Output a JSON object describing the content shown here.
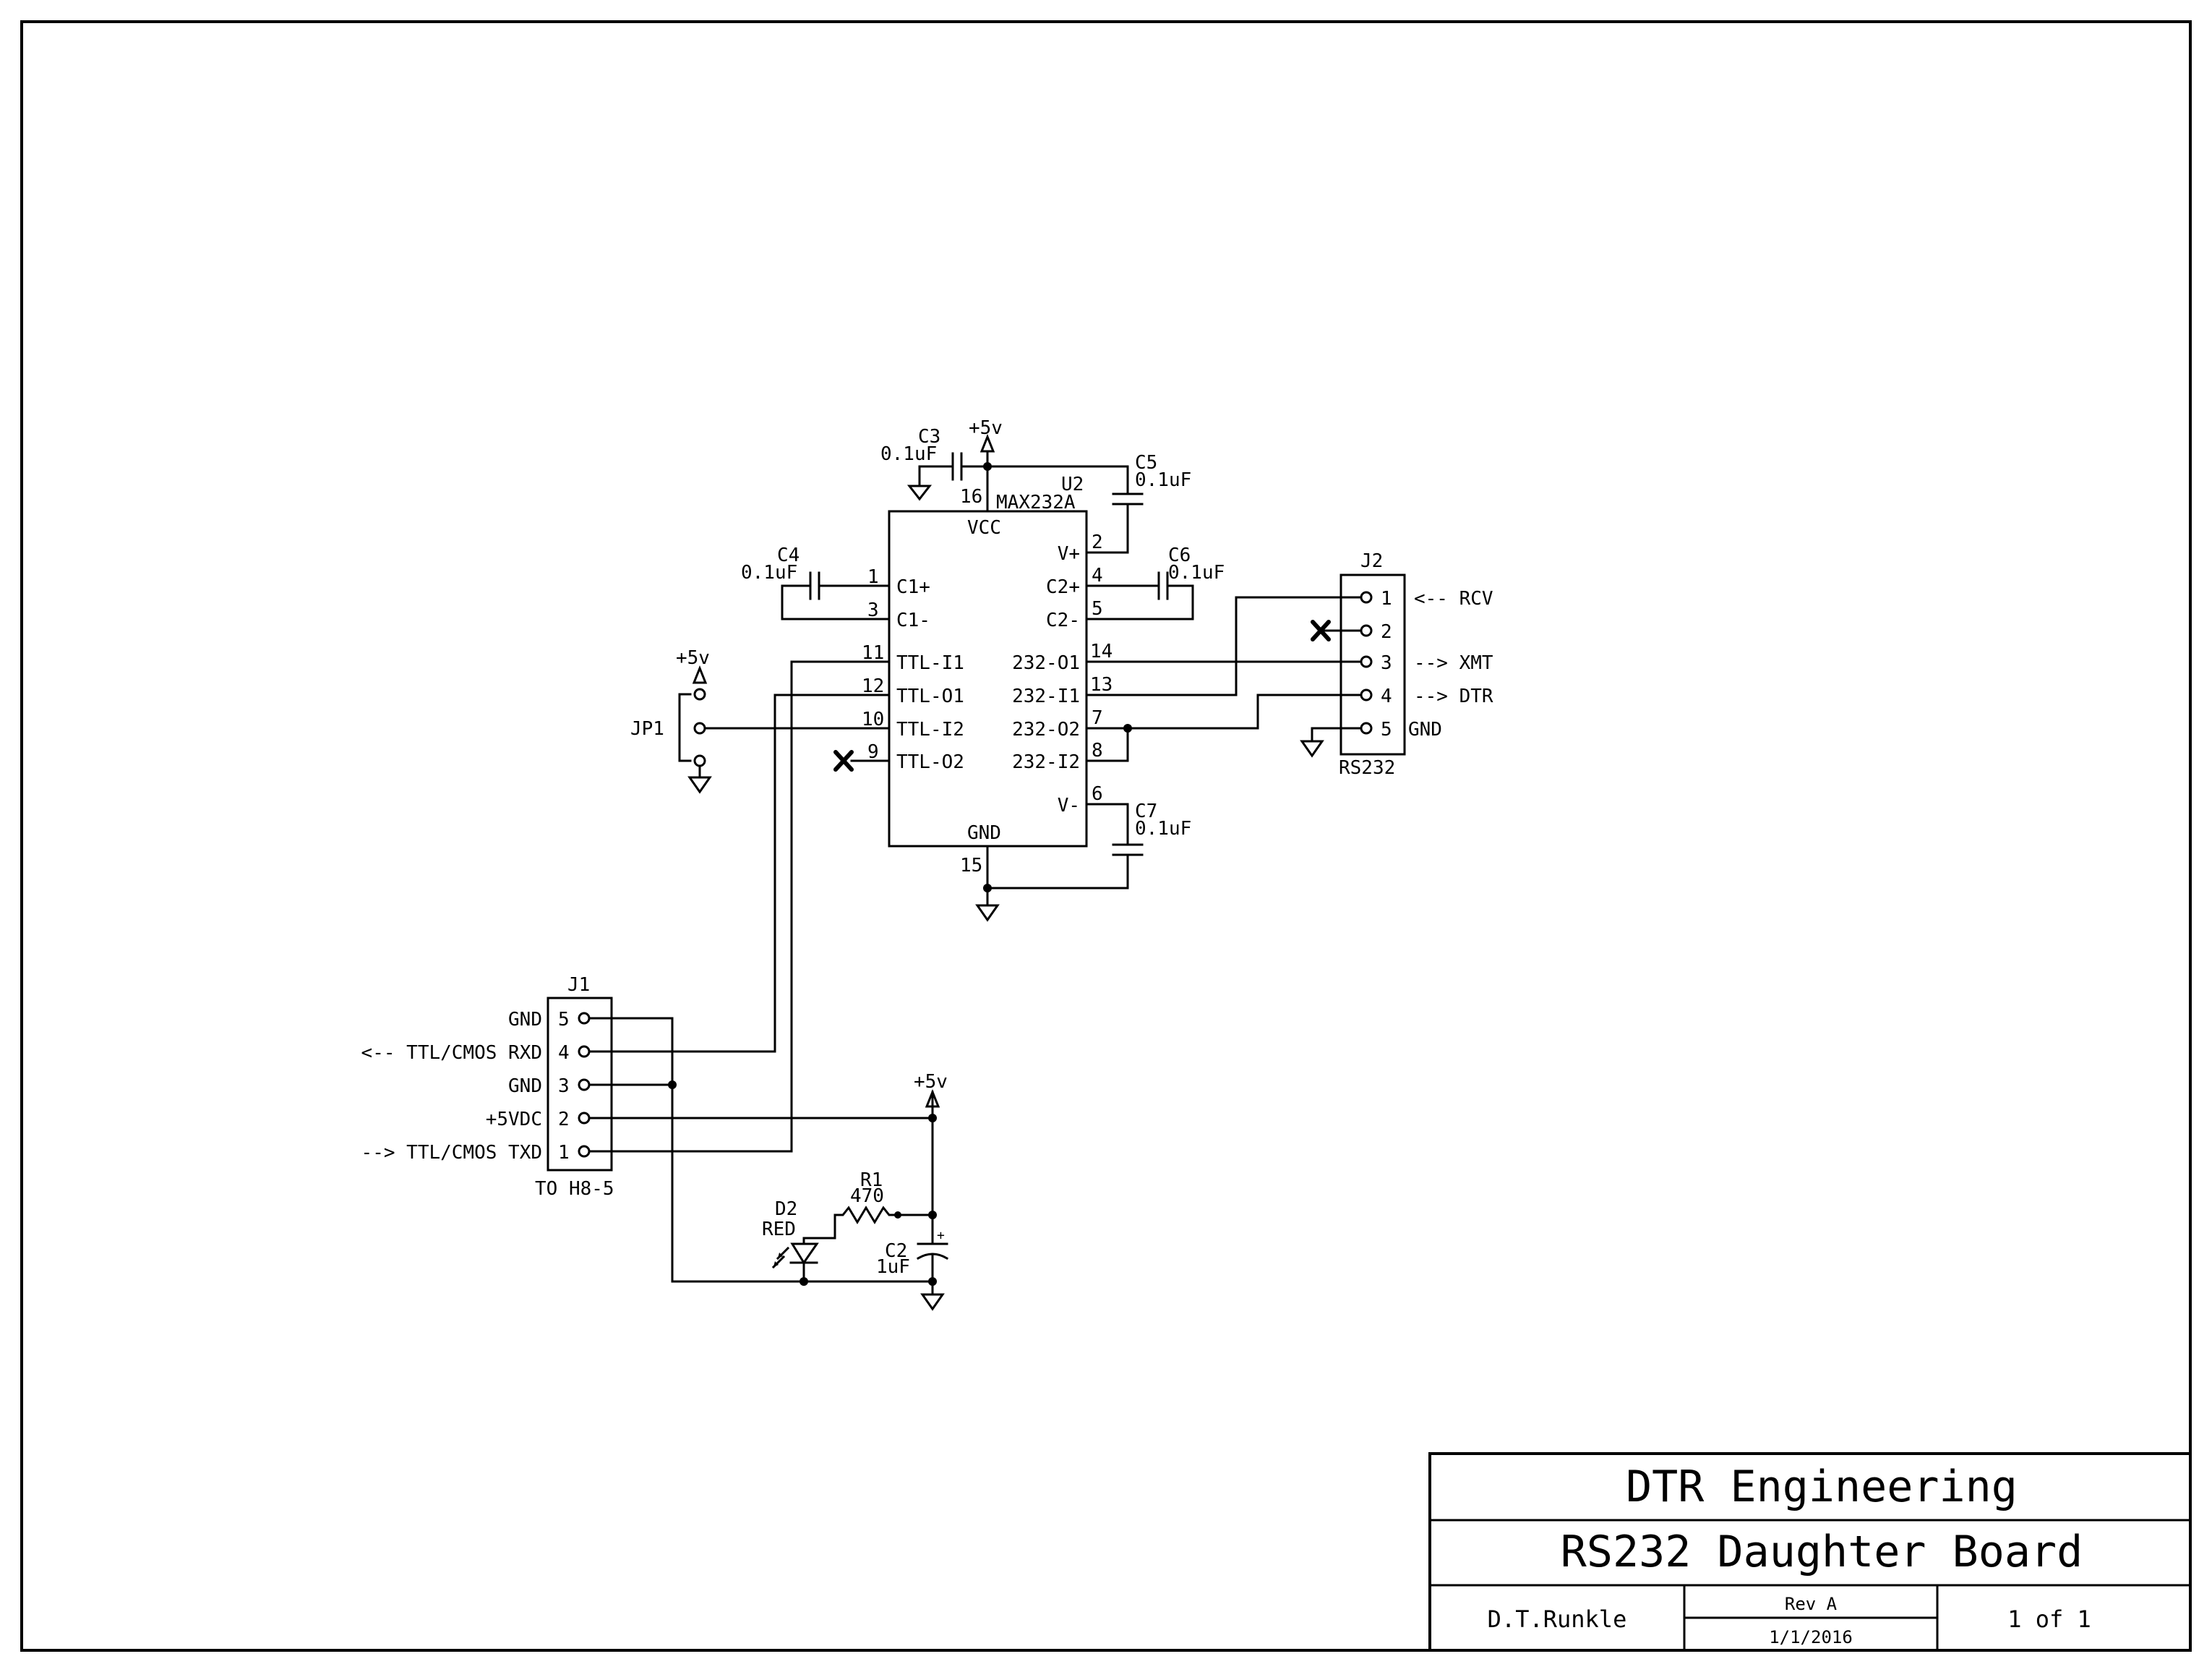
{
  "u2": {
    "ref": "U2",
    "part": "MAX232A",
    "vcc": "VCC",
    "gnd": "GND",
    "pins": {
      "p16": "16",
      "p15": "15",
      "p1": "1",
      "p3": "3",
      "p11": "11",
      "p12": "12",
      "p10": "10",
      "p9": "9",
      "p2": "2",
      "p4": "4",
      "p5": "5",
      "p14": "14",
      "p13": "13",
      "p7": "7",
      "p8": "8",
      "p6": "6"
    },
    "left_labels": [
      "C1+",
      "C1-",
      "TTL-I1",
      "TTL-O1",
      "TTL-I2",
      "TTL-O2"
    ],
    "right_labels": [
      "V+",
      "C2+",
      "C2-",
      "232-O1",
      "232-I1",
      "232-O2",
      "232-I2",
      "V-"
    ]
  },
  "capacitors": {
    "c3": {
      "ref": "C3",
      "value": "0.1uF"
    },
    "c4": {
      "ref": "C4",
      "value": "0.1uF"
    },
    "c5": {
      "ref": "C5",
      "value": "0.1uF"
    },
    "c6": {
      "ref": "C6",
      "value": "0.1uF"
    },
    "c7": {
      "ref": "C7",
      "value": "0.1uF"
    },
    "c2": {
      "ref": "C2",
      "value": "1uF"
    }
  },
  "power": {
    "plus5v": "+5v"
  },
  "jp1": {
    "ref": "JP1"
  },
  "j2": {
    "ref": "J2",
    "name": "RS232",
    "pins": [
      "1",
      "2",
      "3",
      "4",
      "5"
    ],
    "signals": [
      "<-- RCV",
      "--> XMT",
      "--> DTR",
      "GND"
    ]
  },
  "j1": {
    "ref": "J1",
    "name": "TO H8-5",
    "pins": [
      "5",
      "4",
      "3",
      "2",
      "1"
    ],
    "labels": [
      "GND",
      "<-- TTL/CMOS RXD",
      "GND",
      "+5VDC",
      "--> TTL/CMOS TXD"
    ]
  },
  "r1": {
    "ref": "R1",
    "value": "470"
  },
  "d2": {
    "ref": "D2",
    "value": "RED"
  },
  "title_block": {
    "company": "DTR Engineering",
    "title": "RS232 Daughter Board",
    "author": "D.T.Runkle",
    "revision": "Rev A",
    "date": "1/1/2016",
    "sheet": "1 of 1"
  }
}
